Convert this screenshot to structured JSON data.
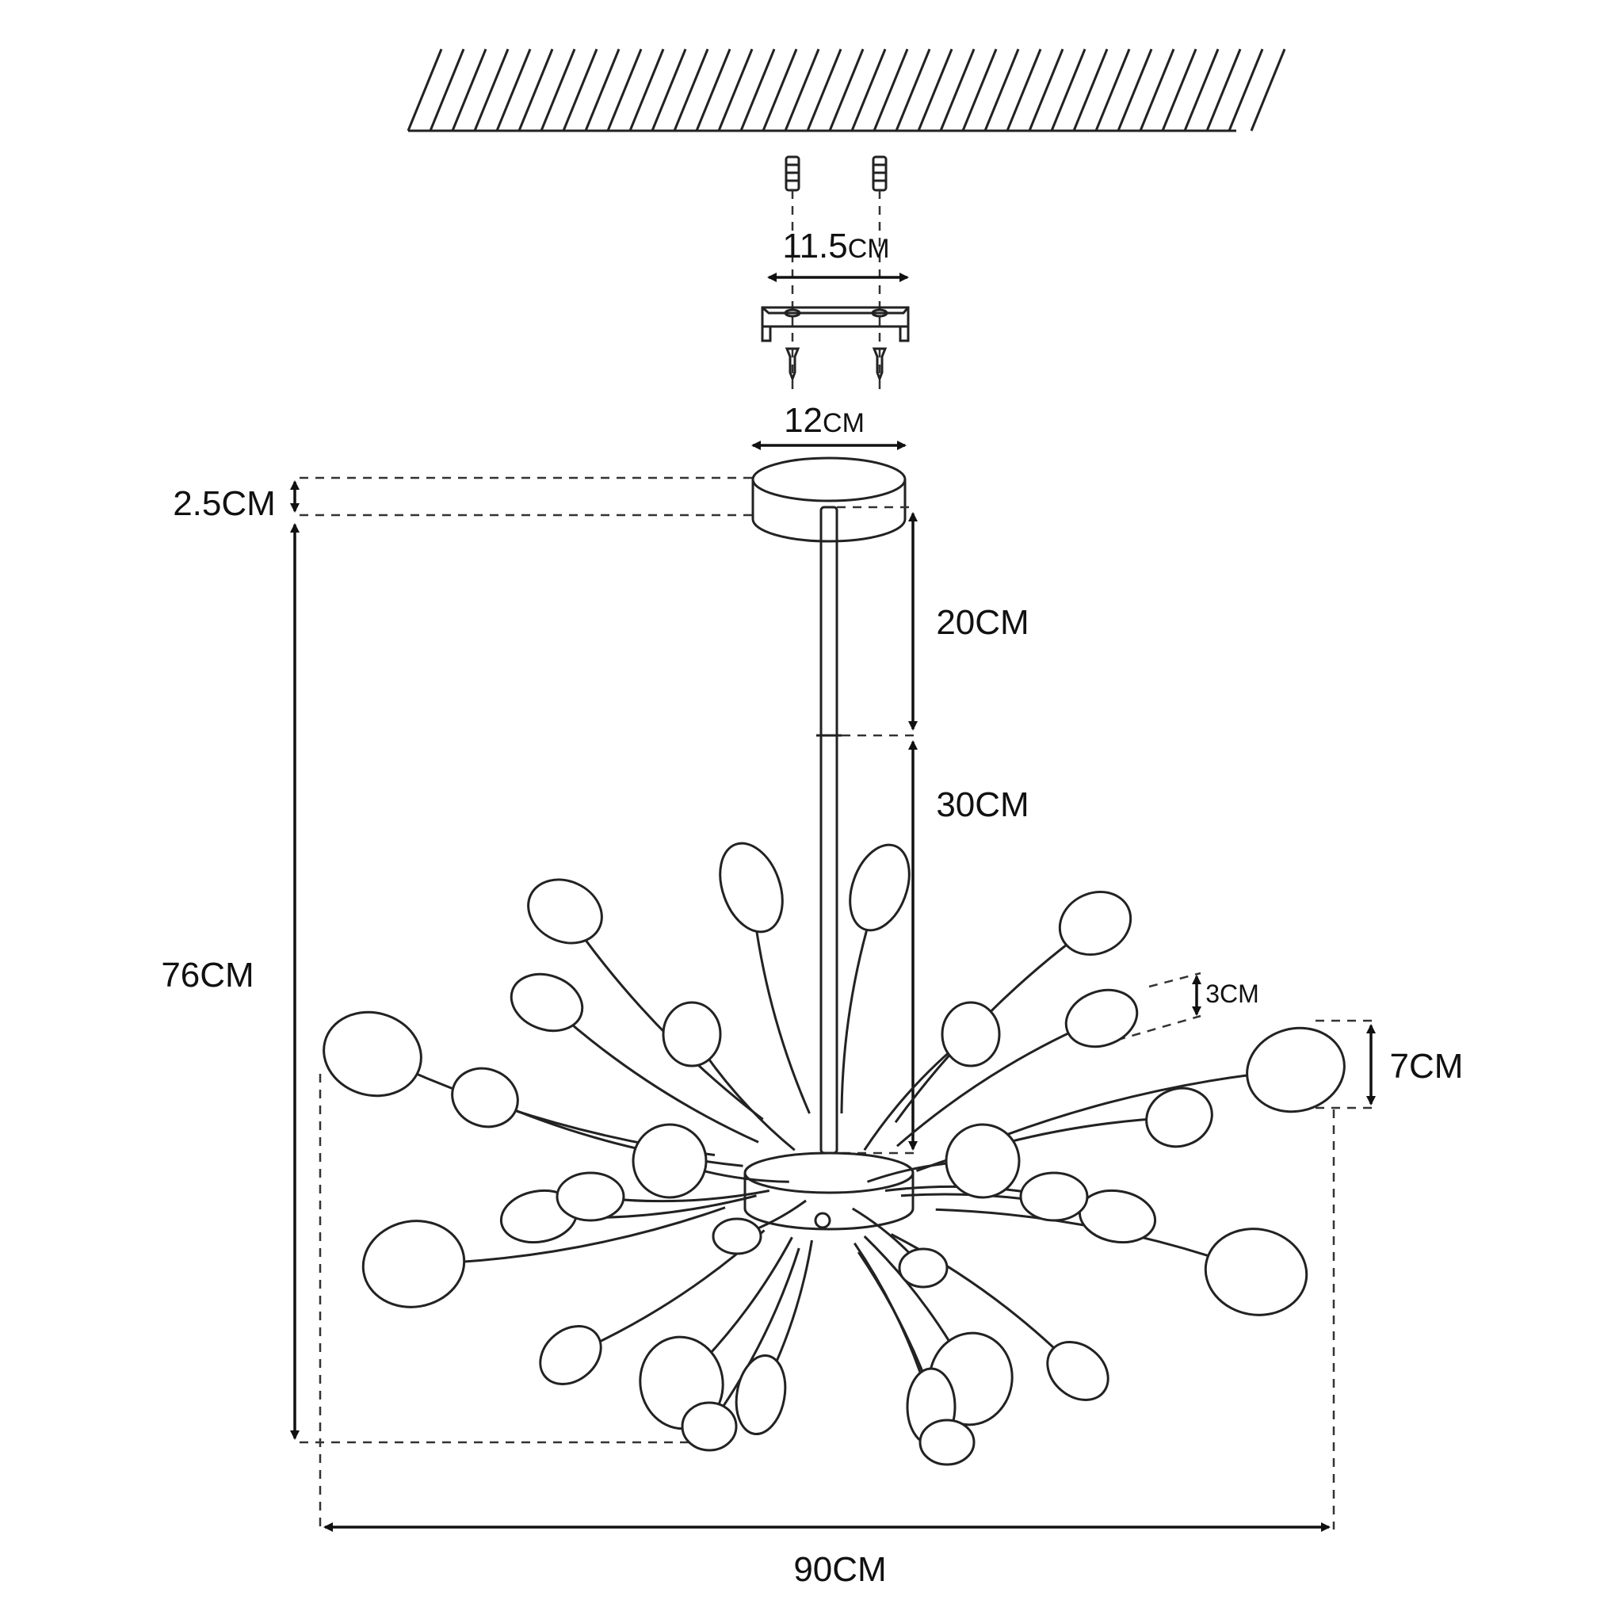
{
  "dimensions": {
    "screw_spacing": "11.5",
    "screw_spacing_unit": "CM",
    "canopy_width": "12",
    "canopy_width_unit": "CM",
    "canopy_height": "2.5CM",
    "rod_upper": "20CM",
    "rod_lower": "30CM",
    "total_height": "76CM",
    "bulb_small": "3CM",
    "bulb_large": "7CM",
    "total_width": "90CM"
  },
  "colors": {
    "line": "#222222",
    "text": "#111111",
    "background": "#ffffff"
  }
}
